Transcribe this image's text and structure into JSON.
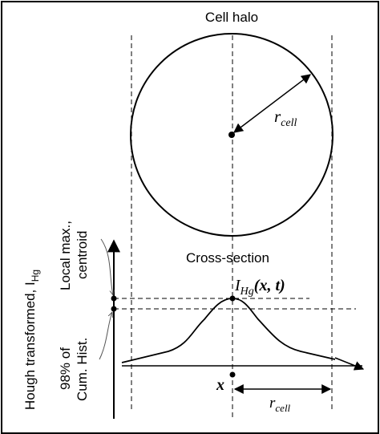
{
  "title": "Cell halo",
  "radius_label": {
    "main": "r",
    "sub": "cell"
  },
  "cross_section_label": "Cross-section",
  "curve_label": {
    "main": "I",
    "sub": "Hg",
    "args": "(x, t)"
  },
  "x_label": "x",
  "axis_label": {
    "main": "Hough transformed, I",
    "sub": "Hg"
  },
  "local_max_label": {
    "line1": "Local max.,",
    "line2": "centroid"
  },
  "cum_hist_label": {
    "line1": "98% of",
    "line2": "Cum. Hist."
  },
  "bottom_radius_label": {
    "main": "r",
    "sub": "cell"
  }
}
